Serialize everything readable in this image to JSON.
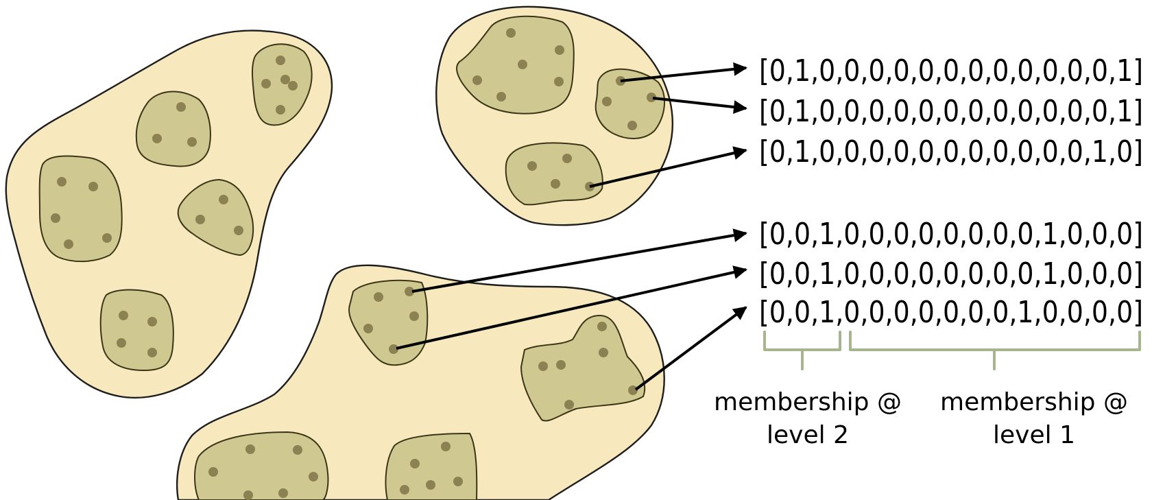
{
  "vectors": {
    "v1": "[0,1,0,0,0,0,0,0,0,0,0,0,0,0,1]",
    "v2": "[0,1,0,0,0,0,0,0,0,0,0,0,0,0,1]",
    "v3": "[0,1,0,0,0,0,0,0,0,0,0,0,0,1,0]",
    "v4": "[0,0,1,0,0,0,0,0,0,0,0,1,0,0,0]",
    "v5": "[0,0,1,0,0,0,0,0,0,0,0,1,0,0,0]",
    "v6": "[0,0,1,0,0,0,0,0,0,0,1,0,0,0,0]"
  },
  "labels": {
    "level2_line1": "membership @",
    "level2_line2": "level 2",
    "level1_line1": "membership @",
    "level1_line2": "level 1"
  },
  "colors": {
    "outer_cluster_fill": "#f7e8bd",
    "inner_cluster_fill": "#cfc891",
    "point": "#8b8153",
    "brace": "#a6b58d"
  }
}
